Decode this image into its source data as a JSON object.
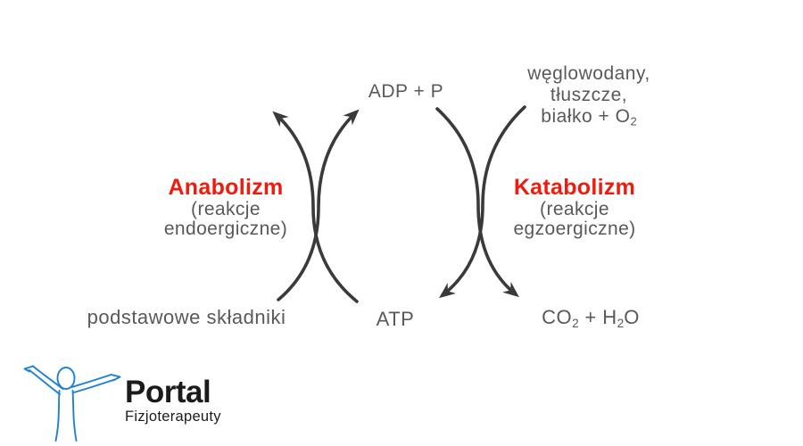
{
  "diagram": {
    "adp_label": "ADP + P",
    "atp_label": "ATP",
    "substrates": {
      "line1": "węglowodany,",
      "line2": "tłuszcze,",
      "line3_base": "białko + O",
      "line3_sub": "2"
    },
    "products": {
      "part1": "CO",
      "sub1": "2",
      "part2": " + H",
      "sub2": "2",
      "part3": "O"
    },
    "basic_components_label": "podstawowe składniki",
    "anabolism": {
      "title": "Anabolizm",
      "subtitle_line1": "(reakcje",
      "subtitle_line2": "endoergiczne)"
    },
    "catabolism": {
      "title": "Katabolizm",
      "subtitle_line1": "(reakcje",
      "subtitle_line2": "egzoergiczne)"
    }
  },
  "logo": {
    "brand": "Portal",
    "subtitle": "Fizjoterapeuty"
  },
  "colors": {
    "title_red": "#ee1b0e",
    "label_gray": "#58595b",
    "arrow_dark": "#3a3a3a",
    "logo_blue": "#2180d0",
    "logo_black": "#1b1b1b",
    "background": "#ffffff"
  }
}
